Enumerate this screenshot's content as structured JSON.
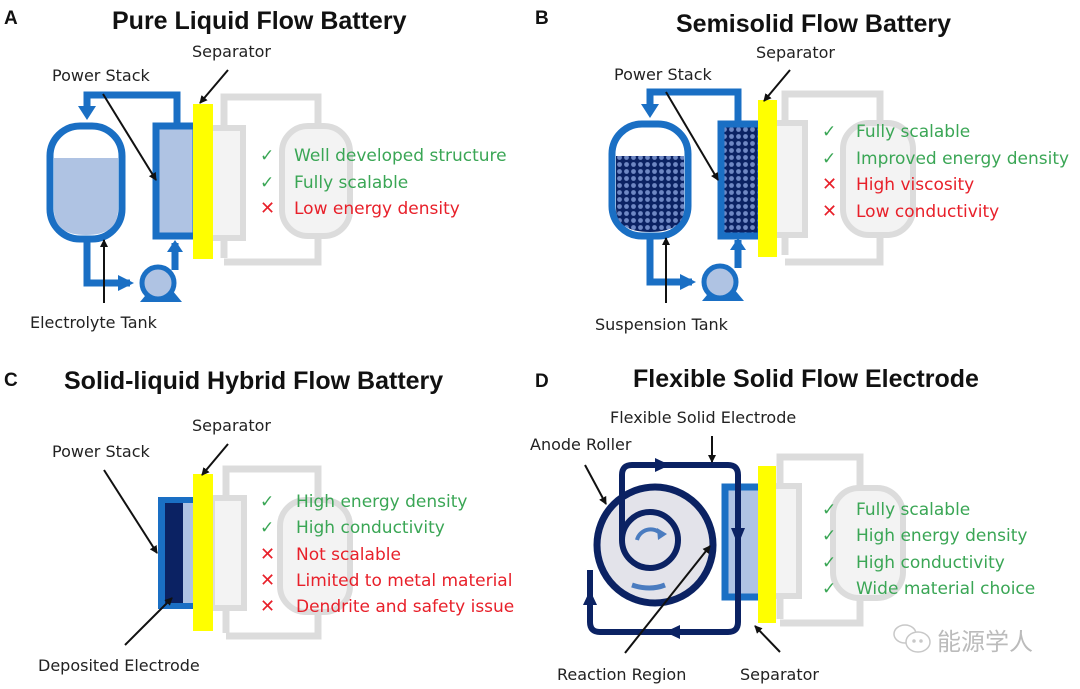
{
  "colors": {
    "pipe_blue": "#1a6fc4",
    "fill_light_blue": "#afc3e3",
    "dark_navy": "#0b2263",
    "separator_yellow": "#ffff00",
    "ghost_gray": "#dcdcdc",
    "ghost_fill": "#f3f3f3",
    "pro_green": "#3aa655",
    "con_red": "#e8202a"
  },
  "panels": [
    {
      "letter": "A",
      "title": "Pure Liquid Flow Battery",
      "labels": {
        "separator": "Separator",
        "power_stack": "Power Stack",
        "tank": "Electrolyte Tank"
      },
      "features": [
        {
          "type": "pro",
          "mark": "✓",
          "text": "Well developed structure"
        },
        {
          "type": "pro",
          "mark": "✓",
          "text": "Fully scalable"
        },
        {
          "type": "con",
          "mark": "✕",
          "text": "Low energy density"
        }
      ]
    },
    {
      "letter": "B",
      "title": "Semisolid Flow Battery",
      "labels": {
        "separator": "Separator",
        "power_stack": "Power Stack",
        "tank": "Suspension Tank"
      },
      "features": [
        {
          "type": "pro",
          "mark": "✓",
          "text": "Fully scalable"
        },
        {
          "type": "pro",
          "mark": "✓",
          "text": "Improved energy density"
        },
        {
          "type": "con",
          "mark": "✕",
          "text": "High viscosity"
        },
        {
          "type": "con",
          "mark": "✕",
          "text": "Low conductivity"
        }
      ]
    },
    {
      "letter": "C",
      "title": "Solid-liquid Hybrid Flow Battery",
      "labels": {
        "separator": "Separator",
        "power_stack": "Power Stack",
        "electrode": "Deposited Electrode"
      },
      "features": [
        {
          "type": "pro",
          "mark": "✓",
          "text": "High energy density"
        },
        {
          "type": "pro",
          "mark": "✓",
          "text": "High conductivity"
        },
        {
          "type": "con",
          "mark": "✕",
          "text": "Not scalable"
        },
        {
          "type": "con",
          "mark": "✕",
          "text": "Limited to metal material"
        },
        {
          "type": "con",
          "mark": "✕",
          "text": "Dendrite and safety issue"
        }
      ]
    },
    {
      "letter": "D",
      "title": "Flexible Solid Flow Electrode",
      "labels": {
        "flexible": "Flexible Solid Electrode",
        "roller": "Anode Roller",
        "reaction": "Reaction Region",
        "separator": "Separator"
      },
      "features": [
        {
          "type": "pro",
          "mark": "✓",
          "text": "Fully scalable"
        },
        {
          "type": "pro",
          "mark": "✓",
          "text": "High energy density"
        },
        {
          "type": "pro",
          "mark": "✓",
          "text": "High conductivity"
        },
        {
          "type": "pro",
          "mark": "✓",
          "text": "Wide material choice"
        }
      ]
    }
  ],
  "watermark": {
    "icon": "wechat-icon",
    "text": "能源学人"
  }
}
